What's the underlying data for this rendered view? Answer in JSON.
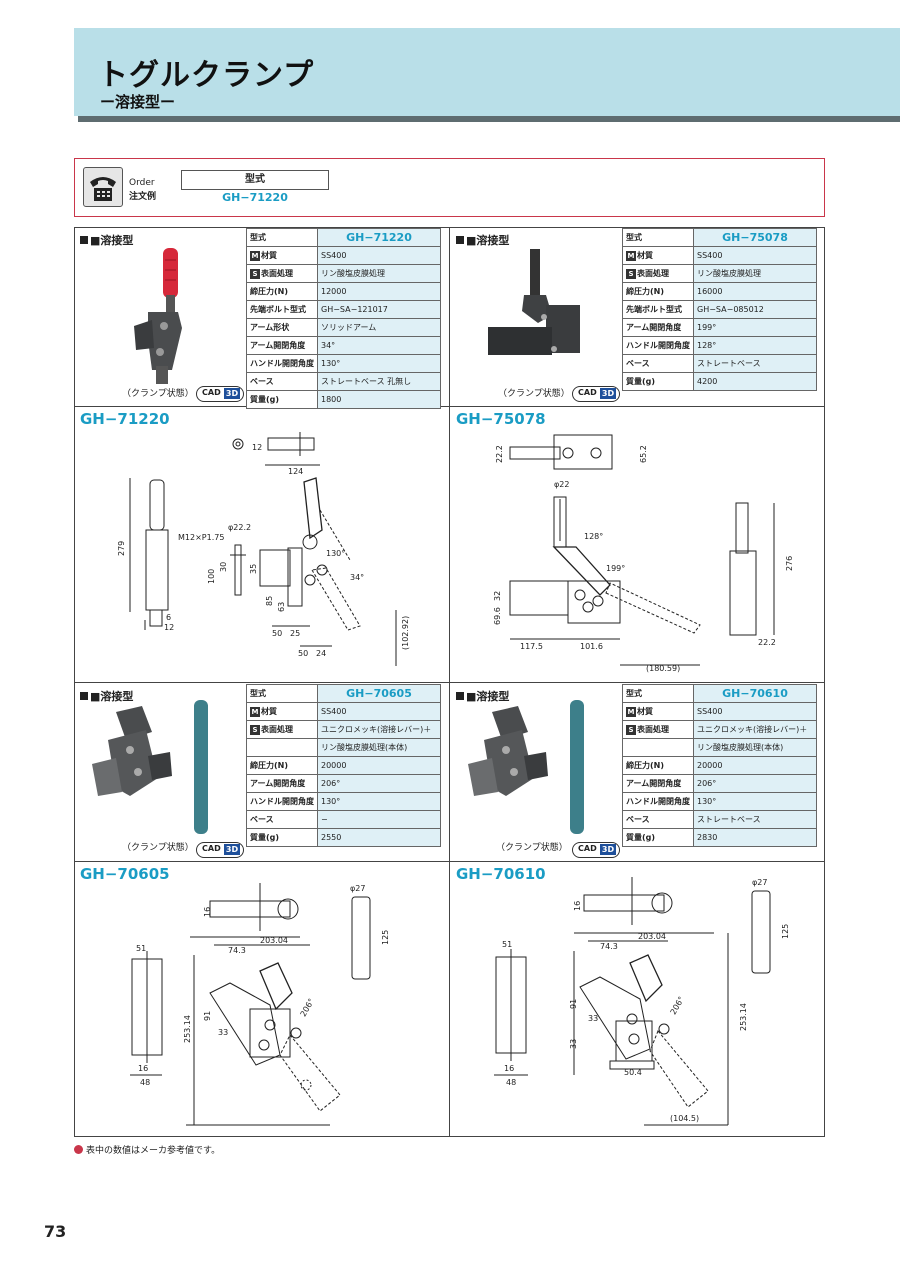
{
  "header": {
    "title": "トグルクランプ",
    "subtitle": "ー溶接型ー"
  },
  "order": {
    "label_en": "Order",
    "label_jp": "注文例",
    "box_label": "型式",
    "example": "GH−71220"
  },
  "common": {
    "type_label": "■溶接型",
    "clamp_caption": "（クランプ状態）",
    "cad": "CAD",
    "cad3d": "3D"
  },
  "products": [
    {
      "model": "GH−71220",
      "specs": [
        {
          "mark": "",
          "key": "型式",
          "value": "GH−71220"
        },
        {
          "mark": "M",
          "key": "材質",
          "value": "SS400"
        },
        {
          "mark": "S",
          "key": "表面処理",
          "value": "リン酸塩皮膜処理"
        },
        {
          "mark": "",
          "key": "締圧力(N)",
          "value": "12000"
        },
        {
          "mark": "",
          "key": "先端ボルト型式",
          "value": "GH−SA−121017"
        },
        {
          "mark": "",
          "key": "アーム形状",
          "value": "ソリッドアーム"
        },
        {
          "mark": "",
          "key": "アーム開閉角度",
          "value": "34°"
        },
        {
          "mark": "",
          "key": "ハンドル開閉角度",
          "value": "130°"
        },
        {
          "mark": "",
          "key": "ベース",
          "value": "ストレートベース 孔無し"
        },
        {
          "mark": "",
          "key": "質量(g)",
          "value": "1800"
        }
      ],
      "dims": [
        "12",
        "124",
        "279",
        "M12×P1.75",
        "φ22.2",
        "100",
        "30",
        "35",
        "130°",
        "34°",
        "85",
        "63",
        "50",
        "25",
        "50",
        "24",
        "(102.92)",
        "6",
        "12"
      ]
    },
    {
      "model": "GH−75078",
      "specs": [
        {
          "mark": "",
          "key": "型式",
          "value": "GH−75078"
        },
        {
          "mark": "M",
          "key": "材質",
          "value": "SS400"
        },
        {
          "mark": "S",
          "key": "表面処理",
          "value": "リン酸塩皮膜処理"
        },
        {
          "mark": "",
          "key": "締圧力(N)",
          "value": "16000"
        },
        {
          "mark": "",
          "key": "先端ボルト型式",
          "value": "GH−SA−085012"
        },
        {
          "mark": "",
          "key": "アーム開閉角度",
          "value": "199°"
        },
        {
          "mark": "",
          "key": "ハンドル開閉角度",
          "value": "128°"
        },
        {
          "mark": "",
          "key": "ベース",
          "value": "ストレートベース"
        },
        {
          "mark": "",
          "key": "質量(g)",
          "value": "4200"
        }
      ],
      "dims": [
        "22.2",
        "65.2",
        "φ22",
        "128°",
        "199°",
        "32",
        "69.6",
        "117.5",
        "101.6",
        "(180.59)",
        "276",
        "22.2"
      ]
    },
    {
      "model": "GH−70605",
      "specs": [
        {
          "mark": "",
          "key": "型式",
          "value": "GH−70605"
        },
        {
          "mark": "M",
          "key": "材質",
          "value": "SS400"
        },
        {
          "mark": "S",
          "key": "表面処理",
          "value": "ユニクロメッキ(溶接レバー)＋"
        },
        {
          "mark": "",
          "key": "",
          "value": "リン酸塩皮膜処理(本体)"
        },
        {
          "mark": "",
          "key": "締圧力(N)",
          "value": "20000"
        },
        {
          "mark": "",
          "key": "アーム開閉角度",
          "value": "206°"
        },
        {
          "mark": "",
          "key": "ハンドル開閉角度",
          "value": "130°"
        },
        {
          "mark": "",
          "key": "ベース",
          "value": "−"
        },
        {
          "mark": "",
          "key": "質量(g)",
          "value": "2550"
        }
      ],
      "dims": [
        "16",
        "φ27",
        "125",
        "51",
        "74.3",
        "203.04",
        "91",
        "33",
        "206°",
        "253.14",
        "16",
        "48"
      ]
    },
    {
      "model": "GH−70610",
      "specs": [
        {
          "mark": "",
          "key": "型式",
          "value": "GH−70610"
        },
        {
          "mark": "M",
          "key": "材質",
          "value": "SS400"
        },
        {
          "mark": "S",
          "key": "表面処理",
          "value": "ユニクロメッキ(溶接レバー)＋"
        },
        {
          "mark": "",
          "key": "",
          "value": "リン酸塩皮膜処理(本体)"
        },
        {
          "mark": "",
          "key": "締圧力(N)",
          "value": "20000"
        },
        {
          "mark": "",
          "key": "アーム開閉角度",
          "value": "206°"
        },
        {
          "mark": "",
          "key": "ハンドル開閉角度",
          "value": "130°"
        },
        {
          "mark": "",
          "key": "ベース",
          "value": "ストレートベース"
        },
        {
          "mark": "",
          "key": "質量(g)",
          "value": "2830"
        }
      ],
      "dims": [
        "16",
        "φ27",
        "125",
        "51",
        "74.3",
        "203.04",
        "91",
        "33",
        "206°",
        "253.14",
        "50.4",
        "(104.5)",
        "16",
        "48"
      ]
    }
  ],
  "footnote": "表中の数値はメーカ参考値です。",
  "page_number": "73",
  "colors": {
    "accent": "#1a9cc4",
    "header_bg": "#b9dfe8",
    "spec_bg": "#dff0f6",
    "order_border": "#c9364a",
    "cad_blue": "#1e4f9a"
  }
}
